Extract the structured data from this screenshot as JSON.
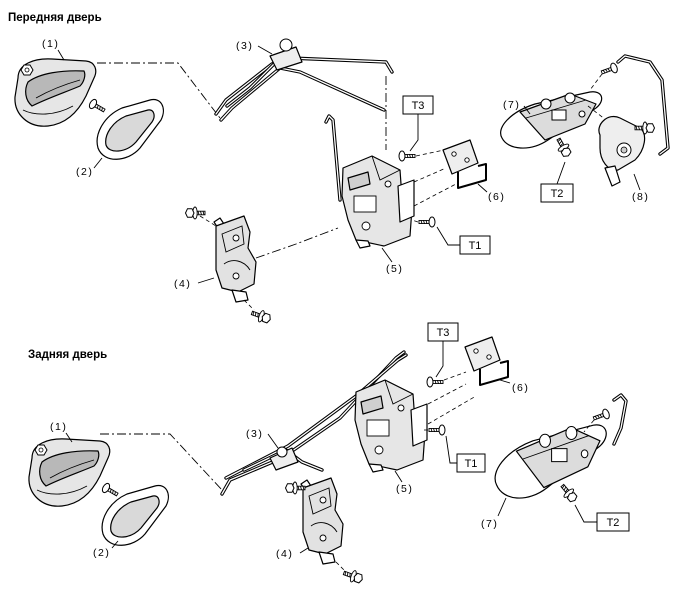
{
  "diagram": {
    "front": {
      "title": "Передняя дверь",
      "parts": {
        "p1": "(1)",
        "p2": "(2)",
        "p3": "(3)",
        "p4": "(4)",
        "p5": "(5)",
        "p6": "(6)",
        "p7": "(7)",
        "p8": "(8)"
      },
      "torque": {
        "t1": "T1",
        "t2": "T2",
        "t3": "T3"
      }
    },
    "rear": {
      "title": "Задняя дверь",
      "parts": {
        "p1": "(1)",
        "p2": "(2)",
        "p3": "(3)",
        "p4": "(4)",
        "p5": "(5)",
        "p6": "(6)",
        "p7": "(7)"
      },
      "torque": {
        "t1": "T1",
        "t2": "T2",
        "t3": "T3"
      }
    }
  }
}
